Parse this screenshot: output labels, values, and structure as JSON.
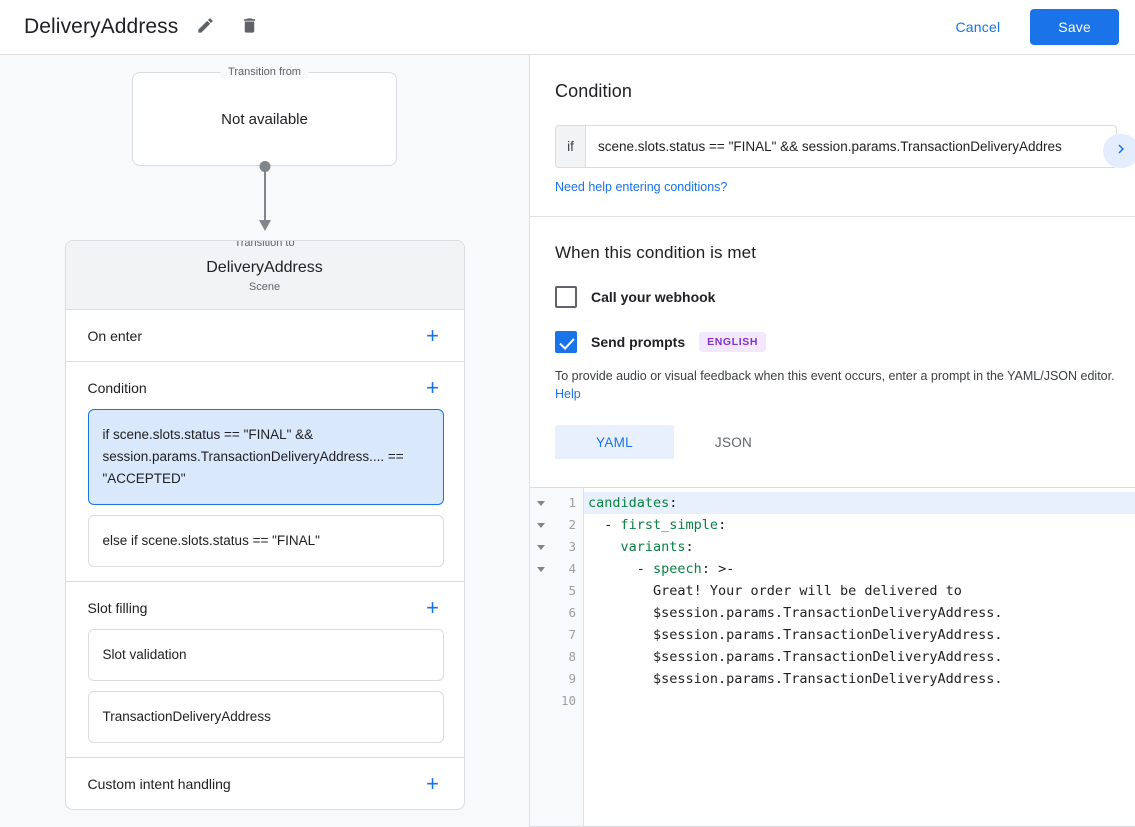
{
  "header": {
    "title": "DeliveryAddress",
    "edit_icon": "pencil-icon",
    "delete_icon": "trash-icon",
    "cancel_label": "Cancel",
    "save_label": "Save"
  },
  "graph": {
    "from_legend": "Transition from",
    "from_value": "Not available",
    "to_legend": "Transition to",
    "to_title": "DeliveryAddress",
    "to_subtitle": "Scene"
  },
  "sections": [
    {
      "label": "On enter",
      "add": "+",
      "items": []
    },
    {
      "label": "Condition",
      "add": "+",
      "items": [
        {
          "text": "if scene.slots.status == \"FINAL\" && session.params.TransactionDeliveryAddress.... == \"ACCEPTED\"",
          "selected": true
        },
        {
          "text": "else if scene.slots.status == \"FINAL\"",
          "selected": false
        }
      ]
    },
    {
      "label": "Slot filling",
      "add": "+",
      "items": [
        {
          "text": "Slot validation",
          "selected": false
        },
        {
          "text": "TransactionDeliveryAddress",
          "selected": false
        }
      ]
    },
    {
      "label": "Custom intent handling",
      "add": "+",
      "items": []
    }
  ],
  "condition_panel": {
    "title": "Condition",
    "expand_icon": "chevron-right-icon",
    "if_label": "if",
    "expression": "scene.slots.status == \"FINAL\" && session.params.TransactionDeliveryAddres",
    "help_link": "Need help entering conditions?"
  },
  "when_met": {
    "title": "When this condition is met",
    "webhook": {
      "label": "Call your webhook",
      "checked": false
    },
    "prompts": {
      "label": "Send prompts",
      "checked": true,
      "badge": "ENGLISH"
    },
    "description": "To provide audio or visual feedback when this event occurs, enter a prompt in the YAML/JSON editor.",
    "help_link": "Help"
  },
  "editor": {
    "tabs": [
      {
        "label": "YAML",
        "active": true
      },
      {
        "label": "JSON",
        "active": false
      }
    ],
    "lines": [
      {
        "n": 1,
        "fold": true,
        "highlight": true,
        "key": "candidates",
        "indent": 0,
        "prefix": "",
        "suffix": ":"
      },
      {
        "n": 2,
        "fold": true,
        "highlight": false,
        "key": "first_simple",
        "indent": 2,
        "prefix": "- ",
        "suffix": ":"
      },
      {
        "n": 3,
        "fold": true,
        "highlight": false,
        "key": "variants",
        "indent": 4,
        "prefix": "",
        "suffix": ":"
      },
      {
        "n": 4,
        "fold": true,
        "highlight": false,
        "key": "speech",
        "indent": 6,
        "prefix": "- ",
        "suffix": ": >-"
      },
      {
        "n": 5,
        "fold": false,
        "highlight": false,
        "key": "",
        "indent": 8,
        "prefix": "",
        "suffix": "",
        "plain": "Great! Your order will be delivered to"
      },
      {
        "n": 6,
        "fold": false,
        "highlight": false,
        "key": "",
        "indent": 8,
        "prefix": "",
        "suffix": "",
        "plain": "$session.params.TransactionDeliveryAddress."
      },
      {
        "n": 7,
        "fold": false,
        "highlight": false,
        "key": "",
        "indent": 8,
        "prefix": "",
        "suffix": "",
        "plain": "$session.params.TransactionDeliveryAddress."
      },
      {
        "n": 8,
        "fold": false,
        "highlight": false,
        "key": "",
        "indent": 8,
        "prefix": "",
        "suffix": "",
        "plain": "$session.params.TransactionDeliveryAddress."
      },
      {
        "n": 9,
        "fold": false,
        "highlight": false,
        "key": "",
        "indent": 8,
        "prefix": "",
        "suffix": "",
        "plain": "$session.params.TransactionDeliveryAddress."
      },
      {
        "n": 10,
        "fold": false,
        "highlight": false,
        "key": "",
        "indent": 0,
        "prefix": "",
        "suffix": "",
        "plain": ""
      }
    ]
  },
  "colors": {
    "accent": "#1a73e8",
    "selected_bg": "#d9e8fb",
    "badge_bg": "#f3e8fd",
    "badge_fg": "#8430ce",
    "yaml_key": "#0b8043",
    "panel_bg": "#f8f9fa"
  }
}
